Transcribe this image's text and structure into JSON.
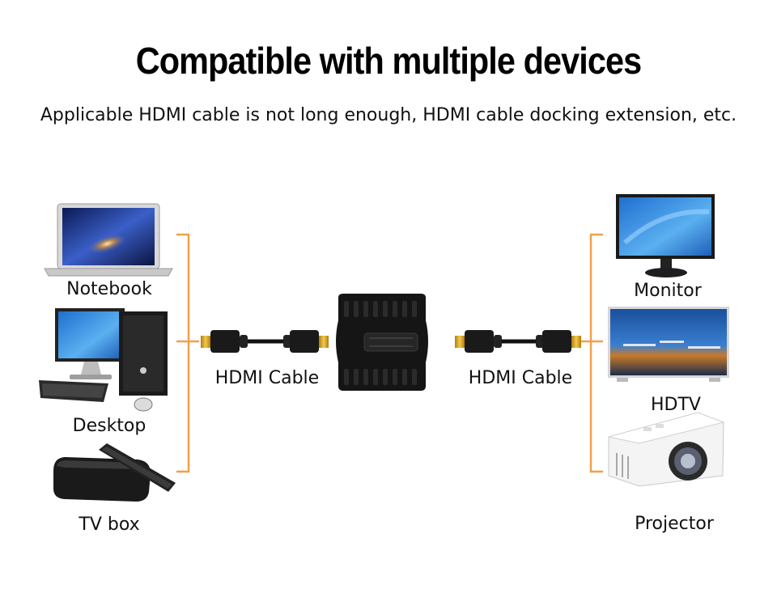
{
  "header": {
    "title": "Compatible with multiple devices",
    "subtitle": "Applicable HDMI cable is not long enough, HDMI cable docking extension, etc."
  },
  "left_devices": [
    {
      "label": "Notebook",
      "icon": "laptop-icon"
    },
    {
      "label": "Desktop",
      "icon": "desktop-computer-icon"
    },
    {
      "label": "TV box",
      "icon": "tv-box-icon"
    }
  ],
  "right_devices": [
    {
      "label": "Monitor",
      "icon": "monitor-icon"
    },
    {
      "label": "HDTV",
      "icon": "hdtv-icon"
    },
    {
      "label": "Projector",
      "icon": "projector-icon"
    }
  ],
  "cables": {
    "left_label": "HDMI Cable",
    "right_label": "HDMI Cable"
  },
  "connector": {
    "name": "hdmi-female-coupler-icon"
  },
  "colors": {
    "bracket": "#f0a048",
    "plug_gold": "#d9a520",
    "body_black": "#151515"
  }
}
